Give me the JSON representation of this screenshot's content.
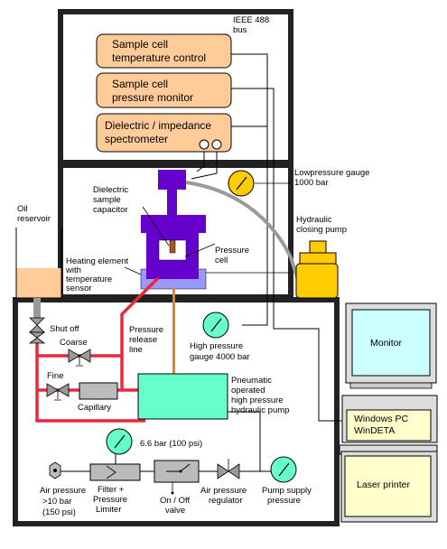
{
  "controllers": {
    "temp_control": [
      "Sample cell",
      "temperature control"
    ],
    "pressure_monitor": [
      "Sample cell",
      "pressure monitor"
    ],
    "spectrometer": [
      "Dielectric / impedance",
      "spectrometer"
    ]
  },
  "bus": [
    "IEEE 488",
    "bus"
  ],
  "labels": {
    "lowpressure_gauge": [
      "Lowpressure gauge",
      "1000 bar"
    ],
    "dielectric_capacitor": [
      "Dielectric",
      "sample",
      "capacitor"
    ],
    "hydraulic_pump": [
      "Hydraulic",
      "closing pump"
    ],
    "oil_reservoir": [
      "Oil",
      "reservoir"
    ],
    "heating_element": [
      "Heating element",
      "with",
      "temperature",
      "sensor"
    ],
    "pressure_cell": [
      "Pressure",
      "cell"
    ],
    "shut_off": "Shut off",
    "coarse": "Coarse",
    "pressure_release": [
      "Pressure",
      "release",
      "line"
    ],
    "high_pressure_gauge": [
      "High pressure",
      "gauge 4000 bar"
    ],
    "fine": "Fine",
    "capillary": "Capillary",
    "pneumatic_pump": [
      "Pneumatic",
      "operated",
      "high pressure",
      "hydraulic pump"
    ],
    "air_gauge": "6.6 bar (100 psi)",
    "air_pressure_in": [
      "Air pressure",
      ">10 bar",
      "(150 psi)"
    ],
    "filter_limiter": [
      "Filter +",
      "Pressure",
      "Limiter"
    ],
    "on_off_valve": [
      "On / Off",
      "valve"
    ],
    "air_regulator": [
      "Air pressure",
      "regulator"
    ],
    "pump_supply": [
      "Pump supply",
      "pressure"
    ]
  },
  "pc": {
    "monitor": "Monitor",
    "computer": [
      "Windows PC",
      "WinDETA"
    ],
    "printer": "Laser printer"
  },
  "colors": {
    "box_fill": "#FFCC99",
    "pump_fill": "#66FFCC",
    "cell_purple": "#6600CC",
    "heater_blue": "#9999FF",
    "gauge_yellow": "#FFCC00",
    "line_red": "#E8283C",
    "pipe_gray": "#9A9A9A",
    "oil": "#FFCC99",
    "monitor_screen": "#CCFFFF",
    "pc_yellow": "#FFFFCC",
    "frame": "#222222"
  }
}
